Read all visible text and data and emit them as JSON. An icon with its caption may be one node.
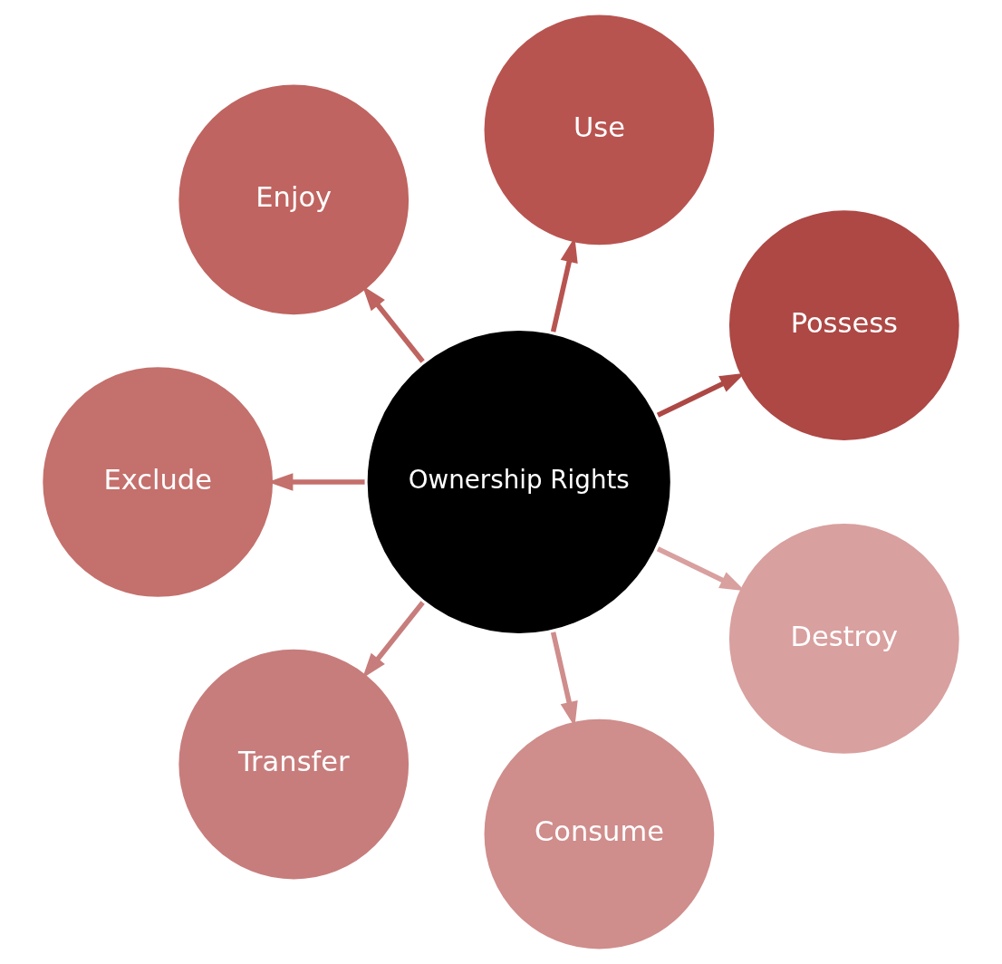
{
  "diagram": {
    "nodes": [
      {
        "text": [
          "Ownership Rights"
        ]
      },
      {
        "text": [
          "Possess"
        ]
      },
      {
        "text": [
          "Use"
        ]
      },
      {
        "text": [
          "Enjoy"
        ]
      },
      {
        "text": [
          "Exclude"
        ]
      },
      {
        "text": [
          "Transfer"
        ]
      },
      {
        "text": [
          "Consume"
        ]
      },
      {
        "text": [
          "Destroy"
        ]
      }
    ],
    "edges": [
      {
        "from": 0,
        "to": 1,
        "arrow": "to",
        "color": "#ad4845"
      },
      {
        "from": 0,
        "to": 2,
        "arrow": "to",
        "color": "#b85450"
      },
      {
        "from": 0,
        "to": 3,
        "arrow": "to",
        "color": "#bf6460"
      },
      {
        "from": 0,
        "to": 4,
        "arrow": "to",
        "color": "#c4706c"
      },
      {
        "from": 0,
        "to": 5,
        "arrow": "to",
        "color": "#c77d7c"
      },
      {
        "from": 0,
        "to": 6,
        "arrow": "to",
        "color": "#cf8d8b"
      },
      {
        "from": 0,
        "to": 7,
        "arrow": "to",
        "color": "#d8a09f"
      }
    ]
  }
}
